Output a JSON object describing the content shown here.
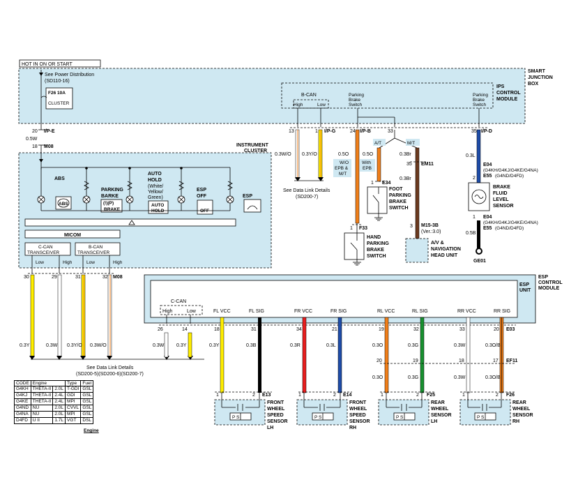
{
  "header": {
    "hot_label": "HOT IN ON OR START"
  },
  "sjb": {
    "title_line1": "SMART",
    "title_line2": "JUNCTION",
    "title_line3": "BOX",
    "ips_line1": "IPS",
    "ips_line2": "CONTROL",
    "ips_line3": "MODULE",
    "power_dist_line1": "See Power Distribution",
    "power_dist_line2": "(SD110-16)",
    "fuse_label": "F26 10A",
    "fuse_target": "CLUSTER",
    "bcan": "B-CAN",
    "high": "High",
    "low": "Low",
    "parking_brake_switch": [
      "Parking",
      "Brake",
      "Switch"
    ],
    "parking_brake_switch2": [
      "Parking",
      "Brake",
      "Switch"
    ]
  },
  "wires_top": [
    {
      "pin": "20",
      "conn": "I/P-E"
    },
    {
      "pin": "0.5W",
      "conn": ""
    },
    {
      "pin": "18",
      "conn": "M08"
    },
    {
      "pin": "13",
      "conn": ""
    },
    {
      "pin": "1",
      "conn": "I/P-G"
    },
    {
      "pin": "24",
      "conn": "I/P-B"
    },
    {
      "pin": "33",
      "conn": ""
    },
    {
      "pin": "35",
      "conn": "I/P-D"
    }
  ],
  "cluster": {
    "title_line1": "INSTRUMENT",
    "title_line2": "CLUSTER",
    "abs": "ABS",
    "parking": "PARKING",
    "barke": "BARKE",
    "auto_hold": [
      "AUTO",
      "HOLD",
      "(White/",
      "Yellow/",
      "Green)"
    ],
    "esp_off": [
      "ESP",
      "OFF"
    ],
    "esp": "ESP",
    "micom": "MICOM",
    "ccan": [
      "C-CAN",
      "TRANSCEIVER"
    ],
    "bcan": [
      "B-CAN",
      "TRANSCEIVER"
    ],
    "low": "Low",
    "high": "High",
    "icon_abs": "ABS",
    "icon_auto": [
      "AUTO",
      "HOLD"
    ],
    "icon_brake": "BRAKE",
    "icon_off": "OFF",
    "icon_pbrake": "(!)(P)"
  },
  "cluster_pins": {
    "p30": "30",
    "p29": "29",
    "p31": "31",
    "p32": "32",
    "conn": "M08"
  },
  "cluster_wires": [
    "0.3Y",
    "0.3W",
    "0.3Y/O",
    "0.3W/O"
  ],
  "data_link_bottom": [
    "See Data Link Details",
    "(SD200-5)(SD200-6)(SD200-7)"
  ],
  "data_link_top": [
    "See Data Link Details",
    "(SD200-7)"
  ],
  "top_wires": {
    "w1": "0.3W/O",
    "w2": "0.3Y/O",
    "w3": "0.5O",
    "w4": "0.5O",
    "w5": "0.3Br",
    "w6": "0.3Br",
    "w7": "0.3L",
    "w8": "0.5B",
    "wo_epb": [
      "W/O",
      "EPB &",
      "M/T"
    ],
    "with_epb": [
      "With",
      "EPB"
    ],
    "at": "A/T",
    "mt": "M/T",
    "em11": "EM11",
    "pin35": "35",
    "pin3": "3",
    "pin1a": "1",
    "pin1b": "1",
    "pin2": "2",
    "pin1c": "1",
    "pin1d": "1"
  },
  "e34": {
    "conn": "E34",
    "name": [
      "FOOT",
      "PARKING",
      "BRAKE",
      "SWITCH"
    ]
  },
  "f33": {
    "conn": "F33",
    "name": [
      "HAND",
      "PARKING",
      "BRAKE",
      "SWITCH"
    ]
  },
  "m15": {
    "conn": "M15-3B",
    "ver": "(Ver.:3.0)",
    "name": [
      "A/V &",
      "NAVIGATION",
      "HEAD UNIT"
    ]
  },
  "e04": {
    "conn1": "E04",
    "sub1": "(G4KH/G4KJ/G4KE/G4NA)",
    "conn2": "E55",
    "sub2": "(G4ND/D4FD)",
    "name": [
      "BRAKE",
      "FLUID",
      "LEVEL",
      "SENSOR"
    ],
    "ground": "GE01"
  },
  "esp": {
    "title": [
      "ESP",
      "CONTROL",
      "MODULE"
    ],
    "unit": [
      "ESP",
      "UNIT"
    ],
    "ccan": "C-CAN",
    "high": "High",
    "low": "Low",
    "labels": [
      "FL VCC",
      "FL SIG",
      "FR VCC",
      "FR SIG",
      "RL VCC",
      "RL SIG",
      "RR VCC",
      "RR SIG"
    ],
    "pins": [
      "26",
      "14",
      "18",
      "31",
      "34",
      "21",
      "19",
      "32",
      "33",
      "20"
    ],
    "conn": "E03",
    "wires": [
      "0.3W",
      "0.3Y",
      "0.3Y",
      "0.3B",
      "0.3R",
      "0.3L",
      "0.3O",
      "0.3G",
      "0.3W",
      "0.3O/B"
    ],
    "ef11": "EF11",
    "ef_pins": [
      "20",
      "19",
      "18",
      "17"
    ],
    "lower_wires": [
      "0.3O",
      "0.3G",
      "0.3W",
      "0.3O/B"
    ]
  },
  "sensors": [
    {
      "conn": "E13",
      "name": [
        "FRONT",
        "WHEEL",
        "SPEED",
        "SENSOR",
        "LH"
      ]
    },
    {
      "conn": "E14",
      "name": [
        "FRONT",
        "WHEEL",
        "SPEED",
        "SENSOR",
        "RH"
      ]
    },
    {
      "conn": "F25",
      "name": [
        "REAR",
        "WHEEL",
        "SENSOR",
        "LH"
      ]
    },
    {
      "conn": "F26",
      "name": [
        "REAR",
        "WHEEL",
        "SENSOR",
        "RH"
      ]
    }
  ],
  "sensor_pins": {
    "one": "1",
    "two": "2",
    "ps": "P    S"
  },
  "engine_table": {
    "headers": [
      "CODE",
      "Engine",
      "",
      "Type",
      "Fuel"
    ],
    "rows": [
      [
        "G4KH",
        "THETA-II",
        "2.0L",
        "T-GDI",
        "GSL"
      ],
      [
        "G4KJ",
        "THETA-II",
        "2.4L",
        "GDI",
        "GSL"
      ],
      [
        "G4KE",
        "THETA-II",
        "2.4L",
        "MPI",
        "GSL"
      ],
      [
        "G4ND",
        "NU",
        "2.0L",
        "CVVL",
        "GSL"
      ],
      [
        "G4NA",
        "NU",
        "2.0L",
        "MPI",
        "GSL"
      ],
      [
        "D4FD",
        "U II",
        "1.7L",
        "VGT",
        "DSL"
      ]
    ],
    "caption": "Engine"
  },
  "colors": {
    "zone": "#cfe8f2",
    "yellow": "#ffee00",
    "orange": "#f07f1a",
    "brown": "#6b3a1f",
    "blue": "#1e4ca8",
    "red": "#e81e1e",
    "green": "#17902f",
    "black": "#000000",
    "white": "#ffffff"
  }
}
